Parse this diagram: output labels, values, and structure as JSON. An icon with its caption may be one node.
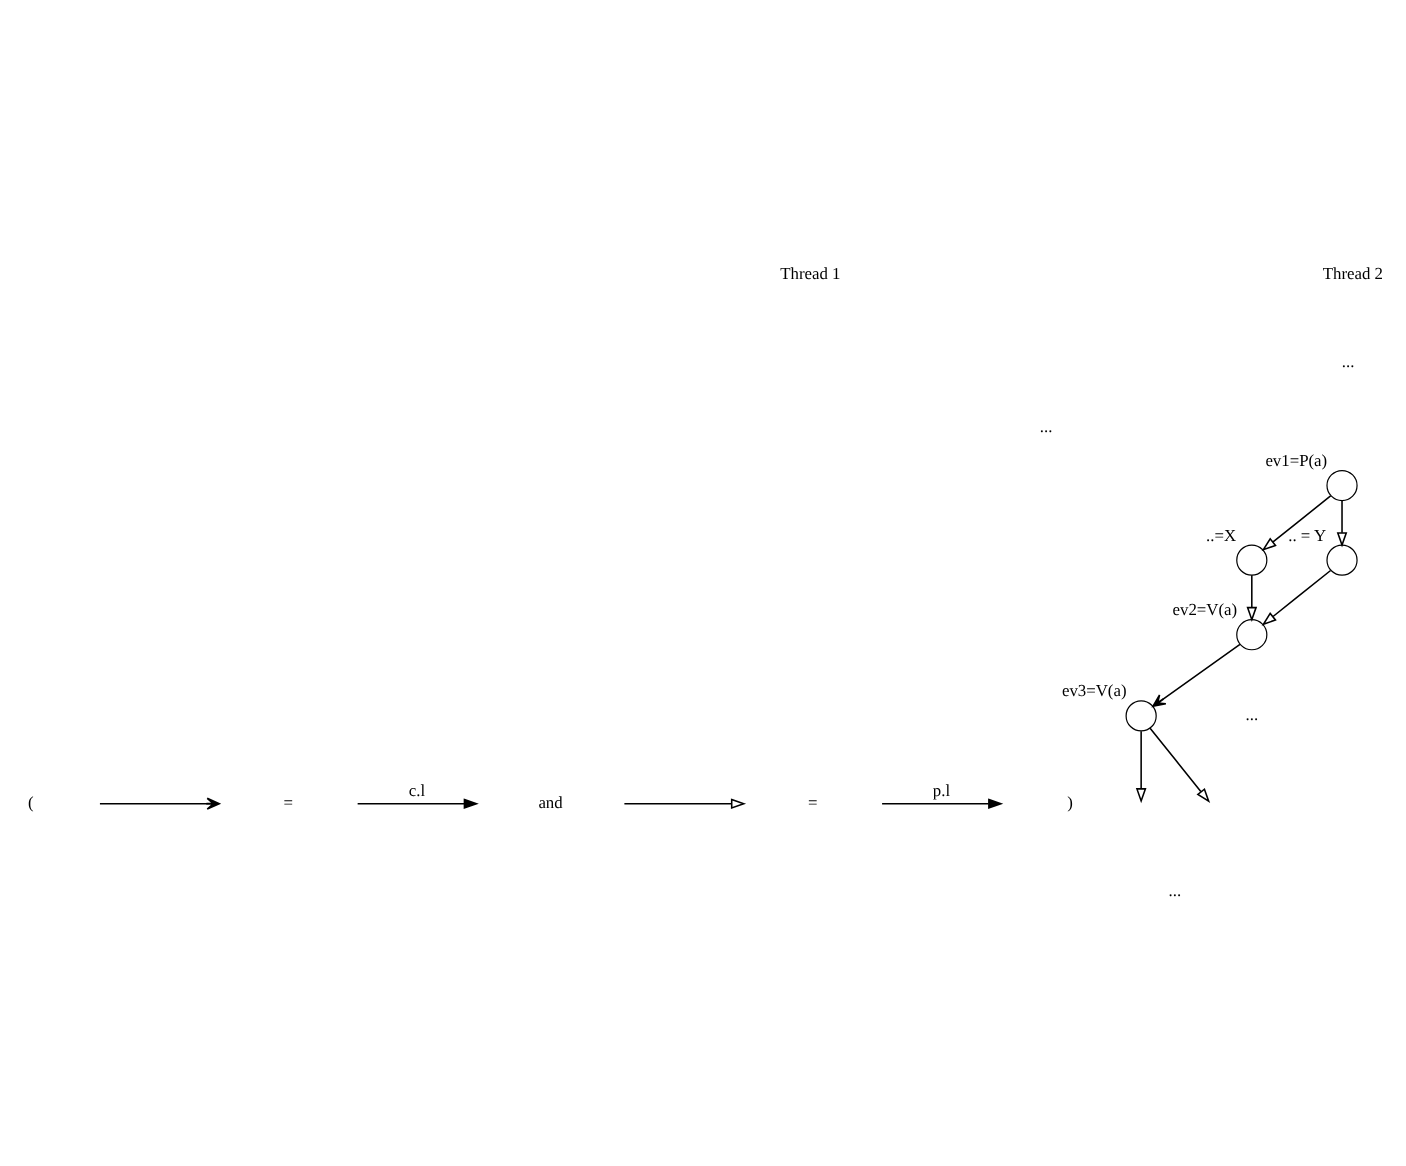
{
  "diagram": {
    "nodes": [
      {
        "text": [],
        "shape": "circle",
        "beside": [
          "ev1=P(a)"
        ]
      },
      {
        "text": [],
        "shape": "circle",
        "beside": [
          "..=X"
        ]
      },
      {
        "text": [],
        "shape": "circle",
        "beside": [
          ".. = Y"
        ]
      },
      {
        "text": [],
        "shape": "circle",
        "beside": [
          "ev2=V(a)"
        ]
      },
      {
        "text": [],
        "shape": "circle",
        "beside": [
          "ev3=V(a)"
        ]
      }
    ],
    "edges": [
      {
        "from": 0,
        "to": 1,
        "arrow": "to"
      },
      {
        "from": 0,
        "to": 2,
        "arrow": "to"
      },
      {
        "from": 1,
        "to": 3,
        "arrow": "to"
      },
      {
        "from": 2,
        "to": 3,
        "arrow": "to"
      },
      {
        "from": 3,
        "to": 4,
        "arrow": "to"
      },
      {
        "from": 4,
        "to": null,
        "arrow": "to"
      },
      {
        "from": 4,
        "to": null,
        "arrow": "to"
      }
    ],
    "labels": [
      "Thread 1",
      "Thread 2",
      "...",
      "...",
      "...",
      "(",
      "=",
      "and",
      "=",
      ")",
      "..."
    ],
    "legend": [
      {
        "text": "c.l"
      },
      {
        "text": "p.l"
      }
    ]
  }
}
